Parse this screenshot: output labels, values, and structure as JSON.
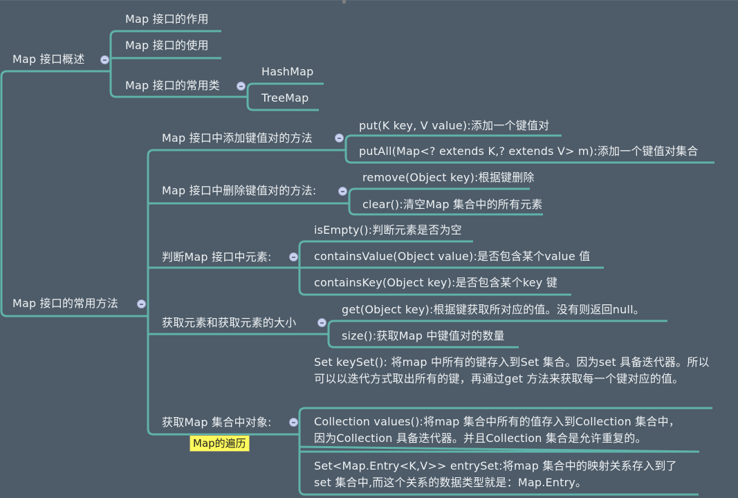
{
  "mindmap": {
    "branches": [
      {
        "label": "Map 接口概述",
        "children": [
          {
            "label": "Map 接口的作用"
          },
          {
            "label": "Map 接口的使用"
          },
          {
            "label": "Map 接口的常用类",
            "children": [
              {
                "label": "HashMap"
              },
              {
                "label": "TreeMap"
              }
            ]
          }
        ]
      },
      {
        "label": "Map 接口的常用方法",
        "children": [
          {
            "label": "Map 接口中添加键值对的方法",
            "children": [
              {
                "label": "put(K key, V value):添加一个键值对"
              },
              {
                "label": "putAll(Map<? extends K,? extends V>  m):添加一个键值对集合"
              }
            ]
          },
          {
            "label": "Map 接口中删除键值对的方法:",
            "children": [
              {
                "label": "remove(Object key):根据键删除"
              },
              {
                "label": "clear():清空Map 集合中的所有元素"
              }
            ]
          },
          {
            "label": "判断Map 接口中元素:",
            "children": [
              {
                "label": "isEmpty():判断元素是否为空"
              },
              {
                "label": "containsValue(Object value):是否包含某个value 值"
              },
              {
                "label": "containsKey(Object key):是否包含某个key 键"
              }
            ]
          },
          {
            "label": "获取元素和获取元素的大小",
            "children": [
              {
                "label": "get(Object key):根据键获取所对应的值。没有则返回null。"
              },
              {
                "label": "size():获取Map 中键值对的数量"
              }
            ]
          },
          {
            "label": "获取Map 集合中对象:",
            "note": "Map的遍历",
            "children": [
              {
                "label": "Set keySet(): 将map 中所有的键存入到Set 集合。因为set 具备迭代器。所以可以以迭代方式取出所有的键，再通过get 方法来获取每一个键对应的值。"
              },
              {
                "label": "Collection values():将map 集合中所有的值存入到Collection 集合中，因为Collection 具备迭代器。并且Collection 集合是允许重复的。"
              },
              {
                "label": "Set<Map.Entry<K,V>> entrySet:将map 集合中的映射关系存入到了set 集合中,而这个关系的数据类型就是：Map.Entry。"
              }
            ]
          }
        ]
      }
    ]
  },
  "colors": {
    "background": "#4e5b68",
    "connector": "#5fb3aa",
    "text": "#eef2f4",
    "note_bg": "#fdf95c",
    "toggle": "#c9d2ef"
  }
}
